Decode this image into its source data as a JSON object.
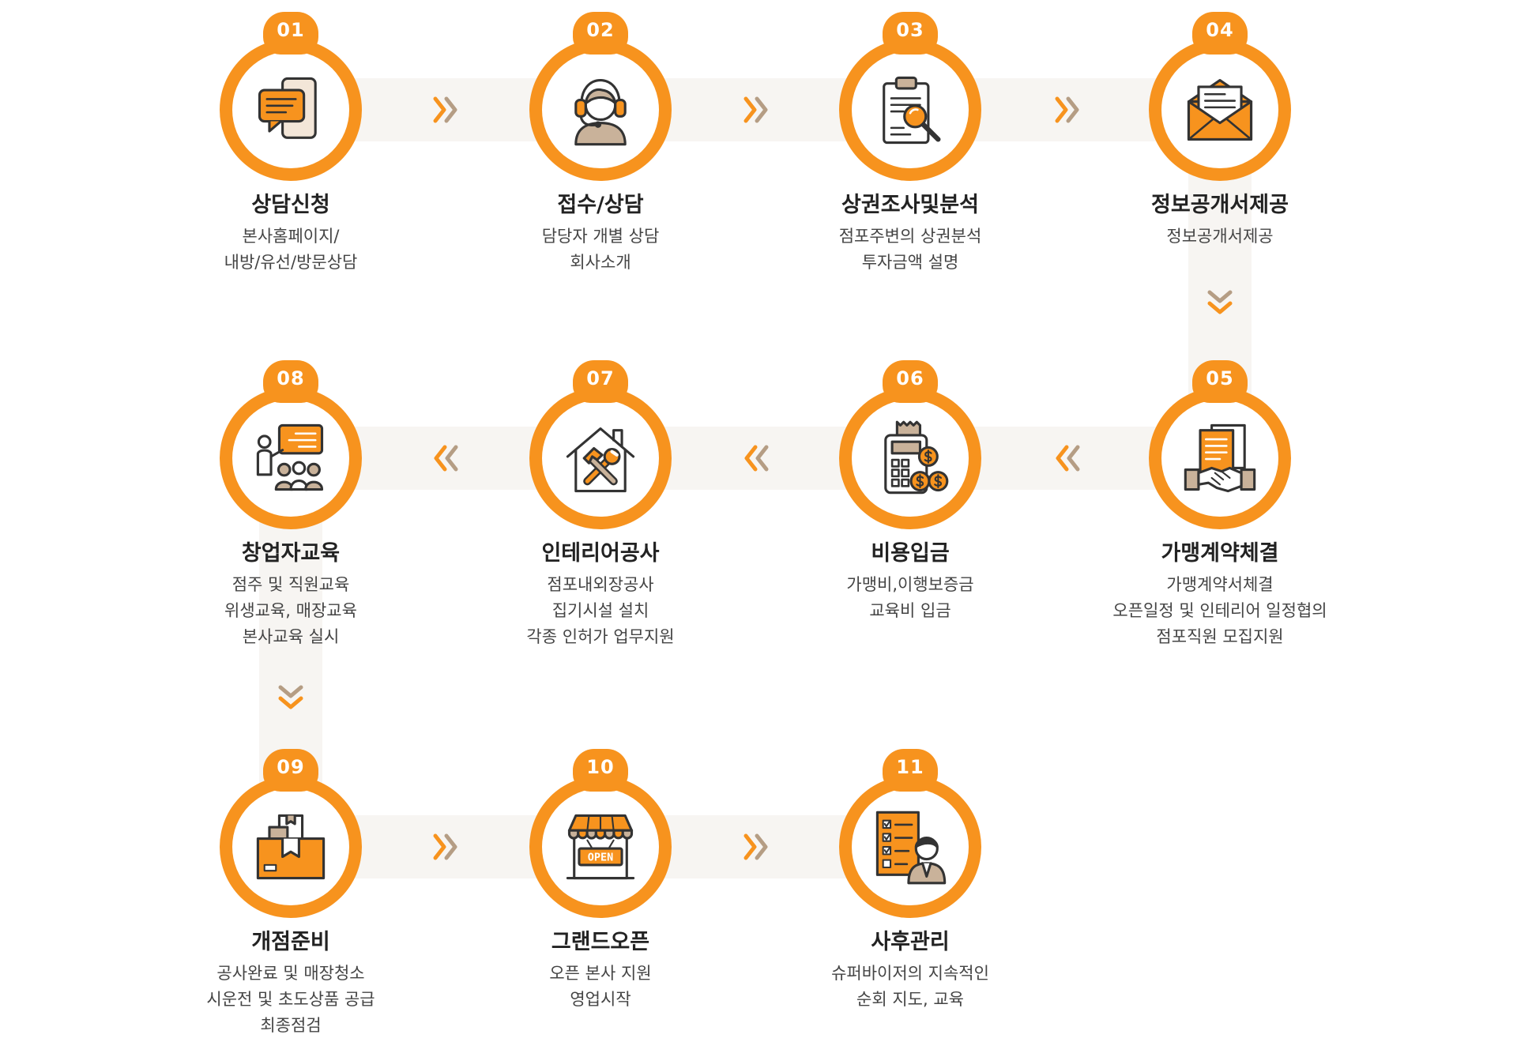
{
  "colors": {
    "accent": "#f7931e",
    "band": "#f7f5f2",
    "chevron_secondary": "#b59d84",
    "icon_tan": "#c9b29a",
    "title": "#222222",
    "text": "#444444"
  },
  "steps": [
    {
      "number": "01",
      "title": "상담신청",
      "lines": [
        "본사홈페이지/",
        "내방/유선/방문상담"
      ],
      "icon": "chat-message-icon"
    },
    {
      "number": "02",
      "title": "접수/상담",
      "lines": [
        "담당자 개별 상담",
        "회사소개"
      ],
      "icon": "headset-agent-icon"
    },
    {
      "number": "03",
      "title": "상권조사및분석",
      "lines": [
        "점포주변의 상권분석",
        "투자금액 설명"
      ],
      "icon": "clipboard-search-icon"
    },
    {
      "number": "04",
      "title": "정보공개서제공",
      "lines": [
        "정보공개서제공"
      ],
      "icon": "envelope-letter-icon"
    },
    {
      "number": "05",
      "title": "가맹계약체결",
      "lines": [
        "가맹계약서체결",
        "오픈일정 및 인테리어 일정협의",
        "점포직원 모집지원"
      ],
      "icon": "contract-handshake-icon"
    },
    {
      "number": "06",
      "title": "비용입금",
      "lines": [
        "가맹비,이행보증금",
        "교육비 입금"
      ],
      "icon": "calculator-coins-icon"
    },
    {
      "number": "07",
      "title": "인테리어공사",
      "lines": [
        "점포내외장공사",
        "집기시설 설치",
        "각종 인허가 업무지원"
      ],
      "icon": "house-tools-icon"
    },
    {
      "number": "08",
      "title": "창업자교육",
      "lines": [
        "점주 및 직원교육",
        "위생교육, 매장교육",
        "본사교육 실시"
      ],
      "icon": "presentation-training-icon"
    },
    {
      "number": "09",
      "title": "개점준비",
      "lines": [
        "공사완료 및 매장청소",
        "시운전 및 초도상품 공급",
        "최종점검"
      ],
      "icon": "box-package-icon"
    },
    {
      "number": "10",
      "title": "그랜드오픈",
      "lines": [
        "오픈 본사 지원",
        "영업시작"
      ],
      "icon": "open-store-icon",
      "sign": "OPEN"
    },
    {
      "number": "11",
      "title": "사후관리",
      "lines": [
        "슈퍼바이저의 지속적인",
        "순회 지도, 교육"
      ],
      "icon": "checklist-manager-icon"
    }
  ]
}
